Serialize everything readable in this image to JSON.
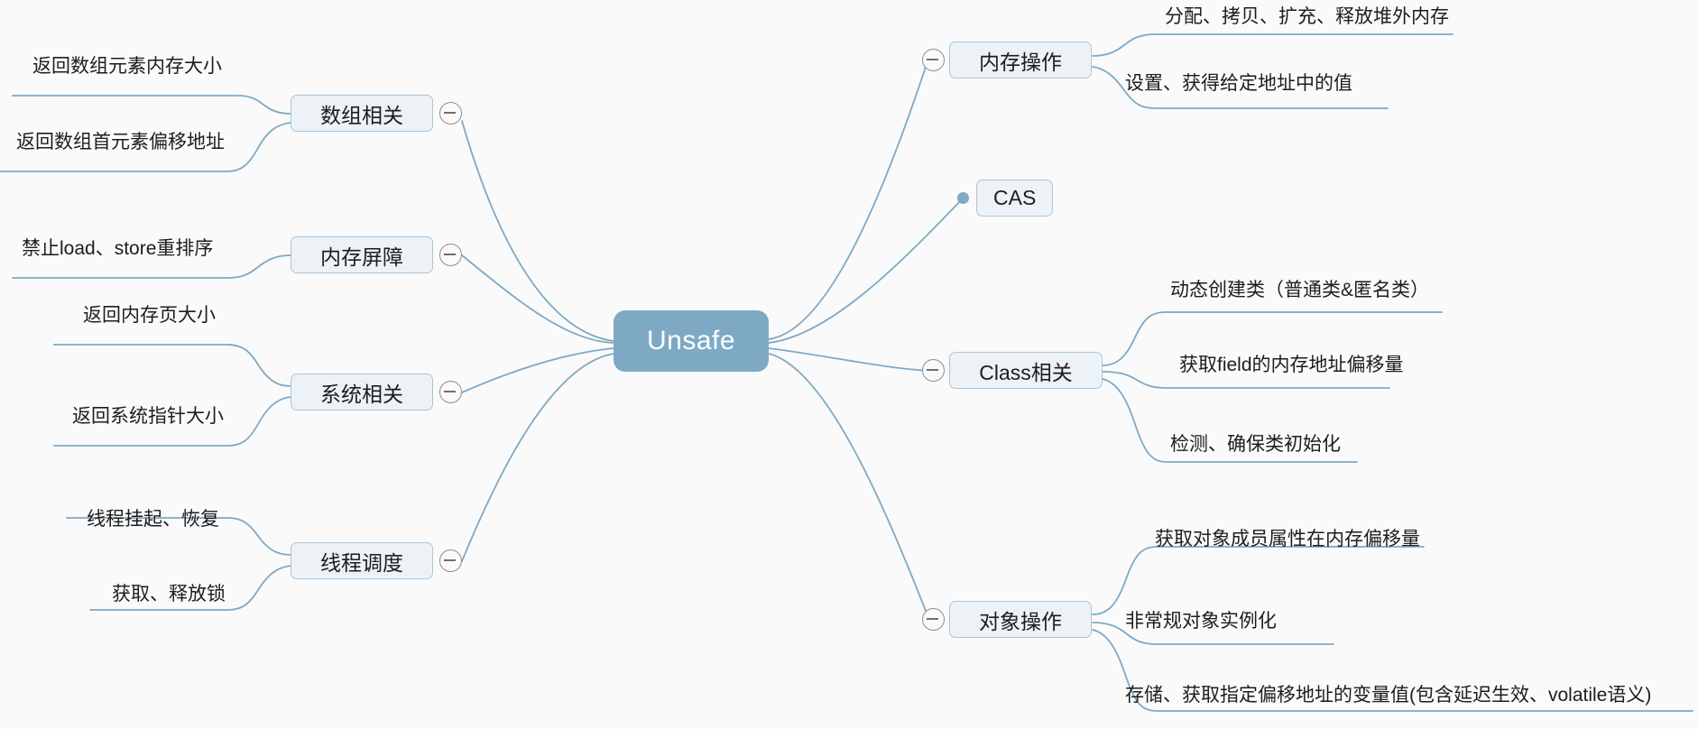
{
  "title": "Unsafe",
  "colors": {
    "background": "#fafafa",
    "root_fill": "#7EA9C4",
    "root_text": "#ffffff",
    "node_fill": "#edf2f7",
    "node_border": "#a9c6da",
    "connector": "#7EA9C4",
    "toggle_border": "#8d8d8d",
    "text": "#1d1d1d"
  },
  "root": {
    "label": "Unsafe"
  },
  "branches": {
    "left": [
      {
        "id": "array",
        "label": "数组相关",
        "toggle_icon": "collapse-minus-icon",
        "children": [
          {
            "label": "返回数组元素内存大小"
          },
          {
            "label": "返回数组首元素偏移地址"
          }
        ]
      },
      {
        "id": "memory-barrier",
        "label": "内存屏障",
        "toggle_icon": "collapse-minus-icon",
        "children": [
          {
            "label": "禁止load、store重排序"
          }
        ]
      },
      {
        "id": "system",
        "label": "系统相关",
        "toggle_icon": "collapse-minus-icon",
        "children": [
          {
            "label": "返回内存页大小"
          },
          {
            "label": "返回系统指针大小"
          }
        ]
      },
      {
        "id": "thread-scheduling",
        "label": "线程调度",
        "toggle_icon": "collapse-minus-icon",
        "children": [
          {
            "label": "线程挂起、恢复"
          },
          {
            "label": "获取、释放锁"
          }
        ]
      }
    ],
    "right": [
      {
        "id": "memory-ops",
        "label": "内存操作",
        "toggle_icon": "collapse-minus-icon",
        "children": [
          {
            "label": "分配、拷贝、扩充、释放堆外内存"
          },
          {
            "label": "设置、获得给定地址中的值"
          }
        ]
      },
      {
        "id": "cas",
        "label": "CAS",
        "toggle_icon": "leaf-dot-icon",
        "children": []
      },
      {
        "id": "class",
        "label": "Class相关",
        "toggle_icon": "collapse-minus-icon",
        "children": [
          {
            "label": "动态创建类（普通类&匿名类）"
          },
          {
            "label": "获取field的内存地址偏移量"
          },
          {
            "label": "检测、确保类初始化"
          }
        ]
      },
      {
        "id": "object-ops",
        "label": "对象操作",
        "toggle_icon": "collapse-minus-icon",
        "children": [
          {
            "label": "获取对象成员属性在内存偏移量"
          },
          {
            "label": "非常规对象实例化"
          },
          {
            "label": "存储、获取指定偏移地址的变量值(包含延迟生效、volatile语义)"
          }
        ]
      }
    ]
  }
}
